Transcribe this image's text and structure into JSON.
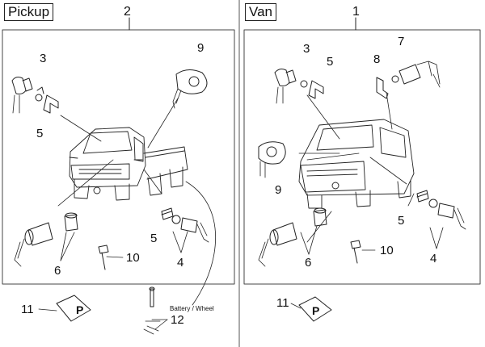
{
  "panels": {
    "pickup": {
      "title": "Pickup",
      "number": "2",
      "callouts": {
        "c3": "3",
        "c5a": "5",
        "c9": "9",
        "c6": "6",
        "c5b": "5",
        "c4": "4",
        "c10": "10",
        "c11": "11",
        "c12": "12"
      },
      "battery_note": "Battery / Wheel"
    },
    "van": {
      "title": "Van",
      "number": "1",
      "callouts": {
        "c3": "3",
        "c5a": "5",
        "c8": "8",
        "c7": "7",
        "c9": "9",
        "c5b": "5",
        "c6": "6",
        "c10": "10",
        "c4": "4",
        "c11": "11"
      }
    }
  },
  "icons": [
    "key-icon",
    "lock-cylinder-icon",
    "washer-icon",
    "clip-icon",
    "fuel-cap-lock-icon",
    "parking-badge-icon",
    "truck-illustration",
    "van-illustration"
  ]
}
